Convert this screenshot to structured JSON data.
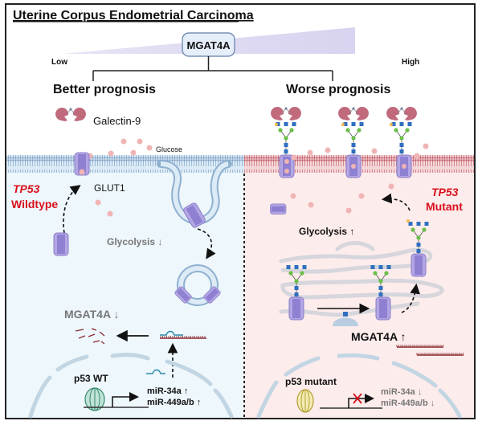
{
  "title": "Uterine Corpus Endometrial Carcinoma",
  "gradient": {
    "center_label": "MGAT4A",
    "low_label": "Low",
    "high_label": "High"
  },
  "branches": {
    "left": "Better prognosis",
    "right": "Worse prognosis"
  },
  "legend": {
    "galectin": "Galectin-9",
    "glucose": "Glucose"
  },
  "left_panel": {
    "status_gene": "TP53",
    "status_type": "Wildtype",
    "transporter": "GLUT1",
    "glycolysis": "Glycolysis ↓",
    "mgat4a": "MGAT4A ↓",
    "p53_label": "p53 WT",
    "mirna_1": "miR-34a ↑",
    "mirna_2": "miR-449a/b ↑"
  },
  "right_panel": {
    "status_gene": "TP53",
    "status_type": "Mutant",
    "glycolysis": "Glycolysis ↑",
    "mgat4a": "MGAT4A ↑",
    "p53_label": "p53 mutant",
    "mirna_1": "miR-34a ↓",
    "mirna_2": "miR-449a/b ↓"
  },
  "colors": {
    "left_bg": "#eef7fc",
    "right_bg": "#fdecec",
    "membrane_left": "#8fb0cf",
    "membrane_right": "#c97a7f",
    "transporter": "#a99ad9",
    "galectin": "#c06a7c",
    "glucose": "#f0b4b4",
    "glycan_square": "#2f6fbf",
    "glycan_circle": "#6bbf4a",
    "status_red": "#d8101c",
    "p53_wt": "#8cc9b5",
    "p53_mut": "#e6d98a"
  }
}
